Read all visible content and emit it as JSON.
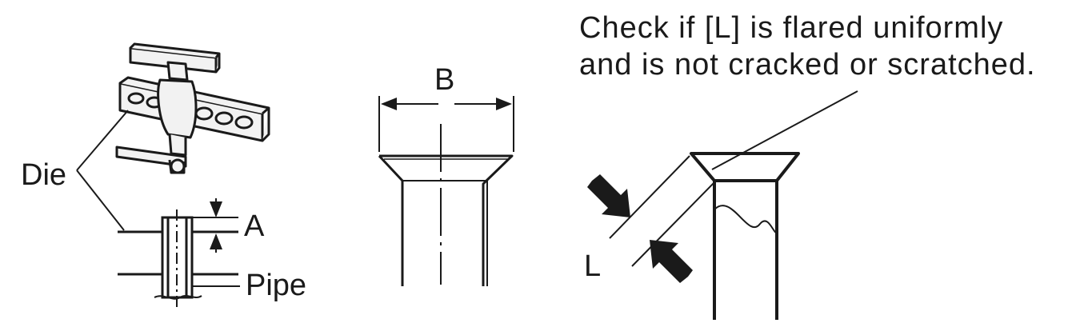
{
  "labels": {
    "die": "Die",
    "a": "A",
    "pipe": "Pipe",
    "b": "B",
    "l": "L"
  },
  "note": {
    "line1": "Check if [L] is flared uniformly",
    "line2": "and is not cracked or scratched."
  },
  "colors": {
    "ink": "#1a1a1a",
    "paper": "#ffffff",
    "tool_fill": "#f2f2f2"
  }
}
